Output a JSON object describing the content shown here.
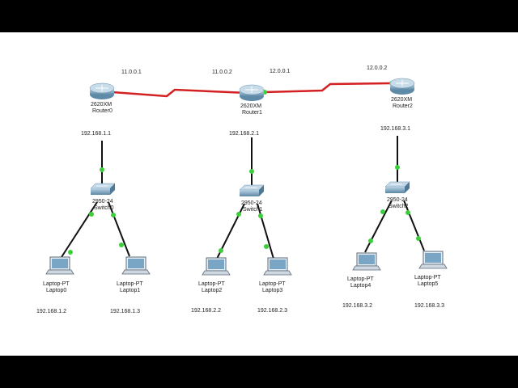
{
  "routers": [
    {
      "model": "2620XM",
      "name": "Router0",
      "lan_ip": "192.168.1.1"
    },
    {
      "model": "2620XM",
      "name": "Router1",
      "lan_ip": "192.168.2.1"
    },
    {
      "model": "2620XM",
      "name": "Router2",
      "lan_ip": "192.168.3.1"
    }
  ],
  "wan_links": [
    {
      "ip_a": "11.0.0.1",
      "ip_b": "11.0.0.2"
    },
    {
      "ip_a": "12.0.0.1",
      "ip_b": "12.0.0.2"
    }
  ],
  "switches": [
    {
      "model": "2950-24",
      "name": "Switch0"
    },
    {
      "model": "2950-24",
      "name": "Switch1"
    },
    {
      "model": "2950-24",
      "name": "Switch2"
    }
  ],
  "laptops": [
    {
      "type": "Laptop-PT",
      "name": "Laptop0",
      "ip": "192.168.1.2"
    },
    {
      "type": "Laptop-PT",
      "name": "Laptop1",
      "ip": "192.168.1.3"
    },
    {
      "type": "Laptop-PT",
      "name": "Laptop2",
      "ip": "192.168.2.2"
    },
    {
      "type": "Laptop-PT",
      "name": "Laptop3",
      "ip": "192.168.2.3"
    },
    {
      "type": "Laptop-PT",
      "name": "Laptop4",
      "ip": "192.168.3.2"
    },
    {
      "type": "Laptop-PT",
      "name": "Laptop5",
      "ip": "192.168.3.3"
    }
  ],
  "colors": {
    "wan_link": "#d42020",
    "lan_link": "#111111",
    "status_light": "#3ccf3c",
    "device_body": "#6e9fc0",
    "device_top": "#a9cbe2",
    "laptop_screen": "#7aa6c6"
  }
}
